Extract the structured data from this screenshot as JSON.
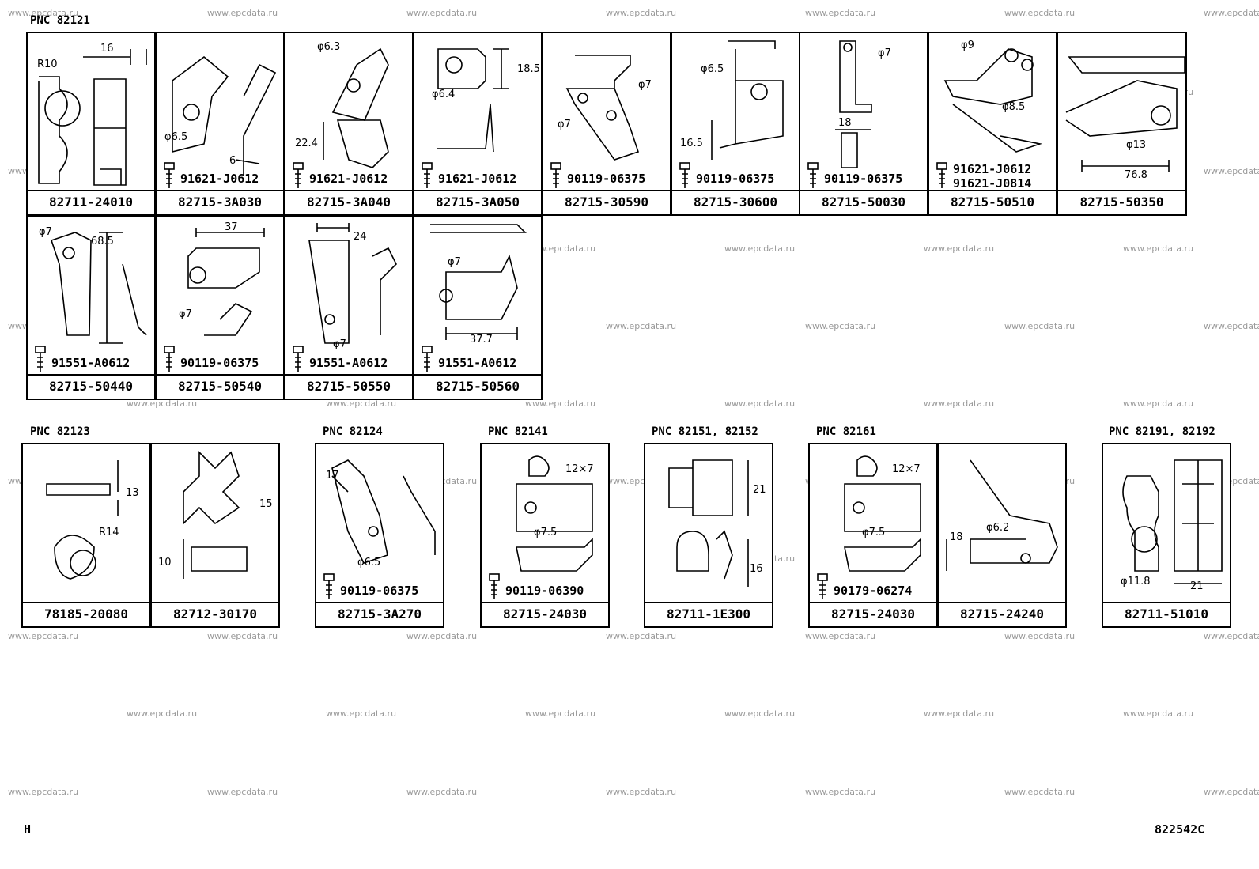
{
  "watermark": "www.epcdata.ru",
  "footer": {
    "left": "H",
    "right": "822542C"
  },
  "groups": [
    {
      "pnc": "PNC 82121",
      "cells": [
        {
          "part": "82711-24010",
          "dims": [
            "R10",
            "16"
          ]
        },
        {
          "part": "82715-3A030",
          "bolt": "91621-J0612",
          "dims": [
            "φ6.5",
            "6"
          ]
        },
        {
          "part": "82715-3A040",
          "bolt": "91621-J0612",
          "dims": [
            "φ6.3",
            "22.4"
          ]
        },
        {
          "part": "82715-3A050",
          "bolt": "91621-J0612",
          "dims": [
            "18.5",
            "φ6.4"
          ]
        },
        {
          "part": "82715-30590",
          "bolt": "90119-06375",
          "dims": [
            "φ7",
            "φ7"
          ]
        },
        {
          "part": "82715-30600",
          "bolt": "90119-06375",
          "dims": [
            "φ6.5",
            "16.5"
          ]
        },
        {
          "part": "82715-50030",
          "bolt": "90119-06375",
          "dims": [
            "φ7",
            "18"
          ]
        },
        {
          "part": "82715-50510",
          "bolt": "91621-J0612",
          "bolt2": "91621-J0814",
          "dims": [
            "φ9",
            "φ8.5"
          ]
        },
        {
          "part": "82715-50350",
          "dims": [
            "φ13",
            "76.8"
          ]
        },
        {
          "part": "82715-50440",
          "bolt": "91551-A0612",
          "dims": [
            "φ7",
            "68.5"
          ]
        },
        {
          "part": "82715-50540",
          "bolt": "90119-06375",
          "dims": [
            "37",
            "φ7"
          ]
        },
        {
          "part": "82715-50550",
          "bolt": "91551-A0612",
          "dims": [
            "24",
            "φ7"
          ]
        },
        {
          "part": "82715-50560",
          "bolt": "91551-A0612",
          "dims": [
            "φ7",
            "37.7"
          ]
        }
      ]
    },
    {
      "pnc": "PNC 82123",
      "cells": [
        {
          "part": "78185-20080",
          "dims": [
            "13",
            "R14"
          ]
        },
        {
          "part": "82712-30170",
          "dims": [
            "15",
            "10"
          ]
        }
      ]
    },
    {
      "pnc": "PNC 82124",
      "cells": [
        {
          "part": "82715-3A270",
          "bolt": "90119-06375",
          "dims": [
            "17",
            "φ6.5"
          ]
        }
      ]
    },
    {
      "pnc": "PNC 82141",
      "cells": [
        {
          "part": "82715-24030",
          "bolt": "90119-06390",
          "dims": [
            "12×7",
            "φ7.5"
          ]
        }
      ]
    },
    {
      "pnc": "PNC 82151, 82152",
      "cells": [
        {
          "part": "82711-1E300",
          "dims": [
            "21",
            "16"
          ]
        }
      ]
    },
    {
      "pnc": "PNC 82161",
      "cells": [
        {
          "part": "82715-24030",
          "bolt": "90179-06274",
          "dims": [
            "12×7",
            "φ7.5"
          ]
        },
        {
          "part": "82715-24240",
          "dims": [
            "φ6.2",
            "18"
          ]
        }
      ]
    },
    {
      "pnc": "PNC 82191, 82192",
      "cells": [
        {
          "part": "82711-51010",
          "dims": [
            "φ11.8",
            "21"
          ]
        }
      ]
    }
  ]
}
